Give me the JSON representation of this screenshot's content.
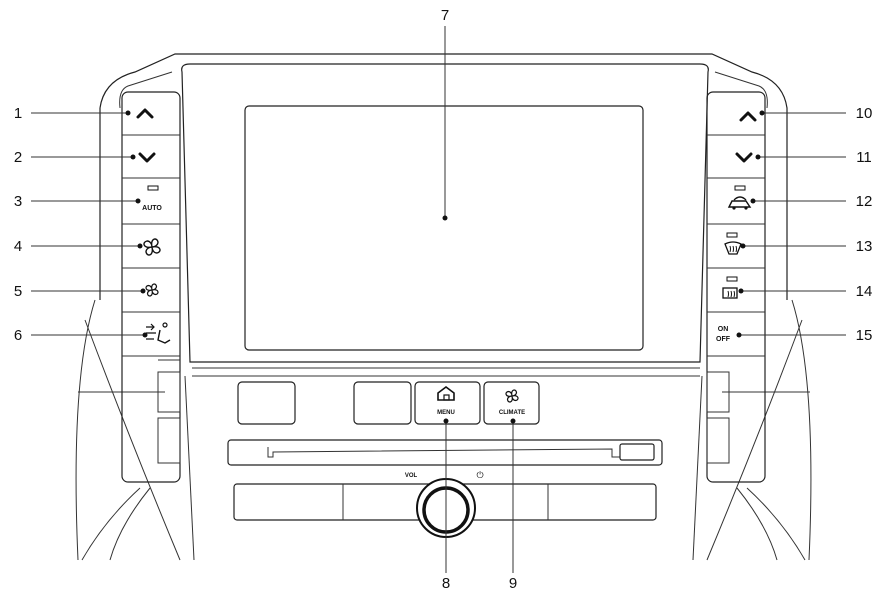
{
  "callouts": {
    "c1": "1",
    "c2": "2",
    "c3": "3",
    "c4": "4",
    "c5": "5",
    "c6": "6",
    "c7": "7",
    "c8": "8",
    "c9": "9",
    "c10": "10",
    "c11": "11",
    "c12": "12",
    "c13": "13",
    "c14": "14",
    "c15": "15"
  },
  "buttons": {
    "auto_label": "AUTO",
    "menu_label": "MENU",
    "climate_label": "CLIMATE",
    "on_label": "ON",
    "off_label": "OFF",
    "vol_label": "VOL",
    "power_symbol": "⏻"
  },
  "icons": {
    "temp_up_left": "chevron-up-icon",
    "temp_down_left": "chevron-down-icon",
    "fan_high": "fan-icon",
    "fan_low": "fan-small-icon",
    "air_flow": "air-flow-icon",
    "temp_up_right": "chevron-up-icon",
    "temp_down_right": "chevron-down-icon",
    "recirculation": "car-recirculation-icon",
    "front_defrost": "front-defroster-icon",
    "rear_defrost": "rear-defroster-icon",
    "menu_home": "home-icon",
    "climate_fan": "fan-icon"
  }
}
